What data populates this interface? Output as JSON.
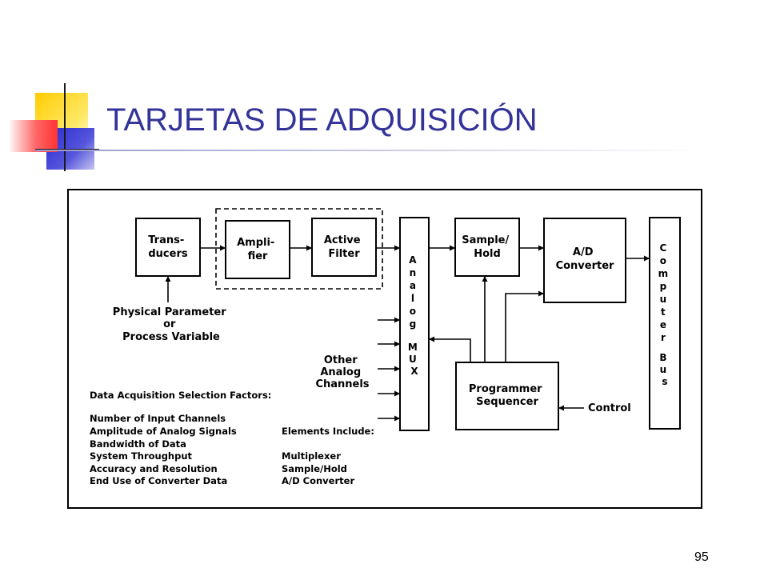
{
  "slide": {
    "title": "TARJETAS DE ADQUISICIÓN",
    "page_number": "95",
    "accent_colors": {
      "yellow": "#ffd700",
      "blue": "#3333cc",
      "red": "#ff4d4d",
      "title": "#333399"
    }
  },
  "diagram": {
    "transducers": [
      "Trans-",
      "ducers"
    ],
    "amplifier": [
      "Ampli-",
      "fier"
    ],
    "active_filter": [
      "Active",
      "Filter"
    ],
    "analog_mux": [
      "A",
      "n",
      "a",
      "l",
      "o",
      "g",
      "",
      "M",
      "U",
      "X"
    ],
    "sample_hold": [
      "Sample/",
      "Hold"
    ],
    "ad_converter": [
      "A/D",
      "Converter"
    ],
    "computer_bus": [
      "C",
      "o",
      "m",
      "p",
      "u",
      "t",
      "e",
      "r",
      "",
      "B",
      "u",
      "s"
    ],
    "programmer_sequencer": [
      "Programmer",
      "Sequencer"
    ],
    "control": "Control",
    "physical_parameter": [
      "Physical Parameter",
      "or",
      "Process Variable"
    ],
    "other_channels": [
      "Other",
      "Analog",
      "Channels"
    ],
    "selection_factors": {
      "heading": "Data Acquisition Selection Factors:",
      "items": [
        "Number of Input Channels",
        "Amplitude of Analog Signals",
        "Bandwidth of Data",
        "System Throughput",
        "Accuracy and Resolution",
        "End Use of Converter Data"
      ]
    },
    "elements_include": {
      "heading": "Elements Include:",
      "items": [
        "Multiplexer",
        "Sample/Hold",
        "A/D Converter"
      ]
    }
  }
}
